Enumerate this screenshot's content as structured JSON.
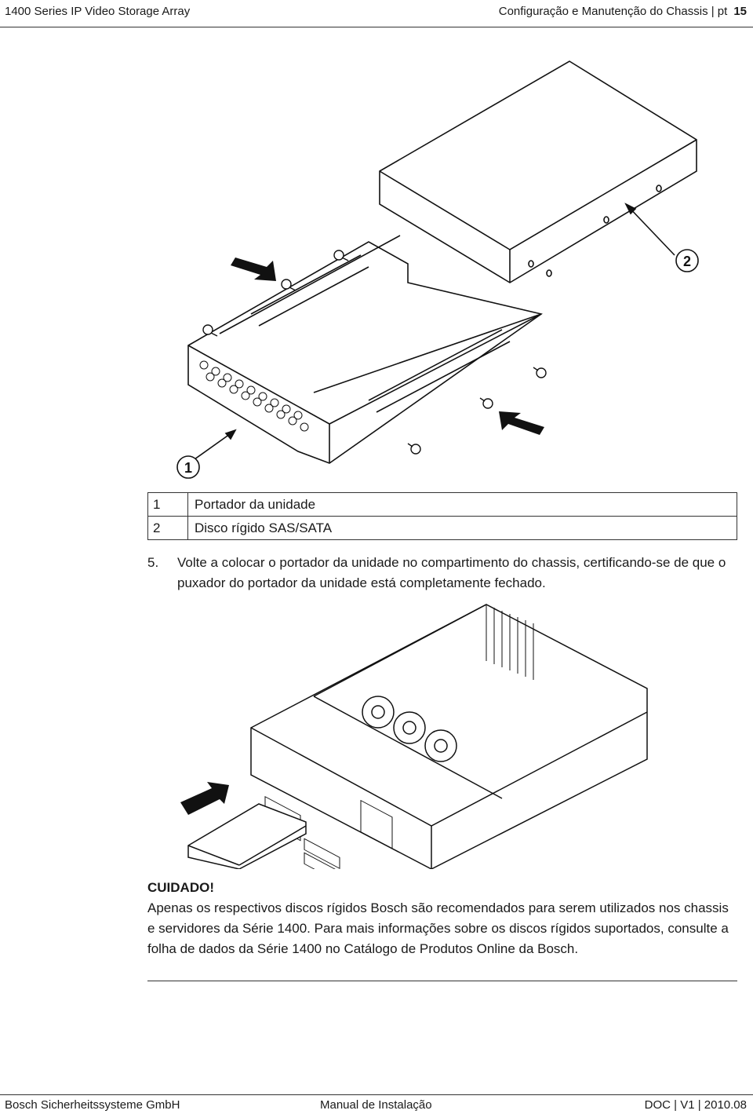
{
  "header": {
    "left": "1400 Series IP Video Storage Array",
    "right": "Configuração e Manutenção do Chassis | pt",
    "page": "15"
  },
  "figure1": {
    "callouts": [
      "1",
      "2"
    ]
  },
  "legend": [
    {
      "num": "1",
      "label": "Portador da unidade"
    },
    {
      "num": "2",
      "label": "Disco rígido SAS/SATA"
    }
  ],
  "step": {
    "number": "5.",
    "text": "Volte a colocar o portador da unidade no compartimento do chassis, certificando-se de que o puxador do portador da unidade está completamente fechado."
  },
  "caution": {
    "title": "CUIDADO!",
    "text": "Apenas os respectivos discos rígidos Bosch são recomendados para serem utilizados nos chassis e servidores da Série 1400. Para mais informações sobre os discos rígidos suportados, consulte a folha de dados da Série 1400 no Catálogo de Produtos Online da Bosch."
  },
  "footer": {
    "left": "Bosch Sicherheitssysteme GmbH",
    "center": "Manual de Instalação",
    "right": "DOC | V1 | 2010.08"
  }
}
